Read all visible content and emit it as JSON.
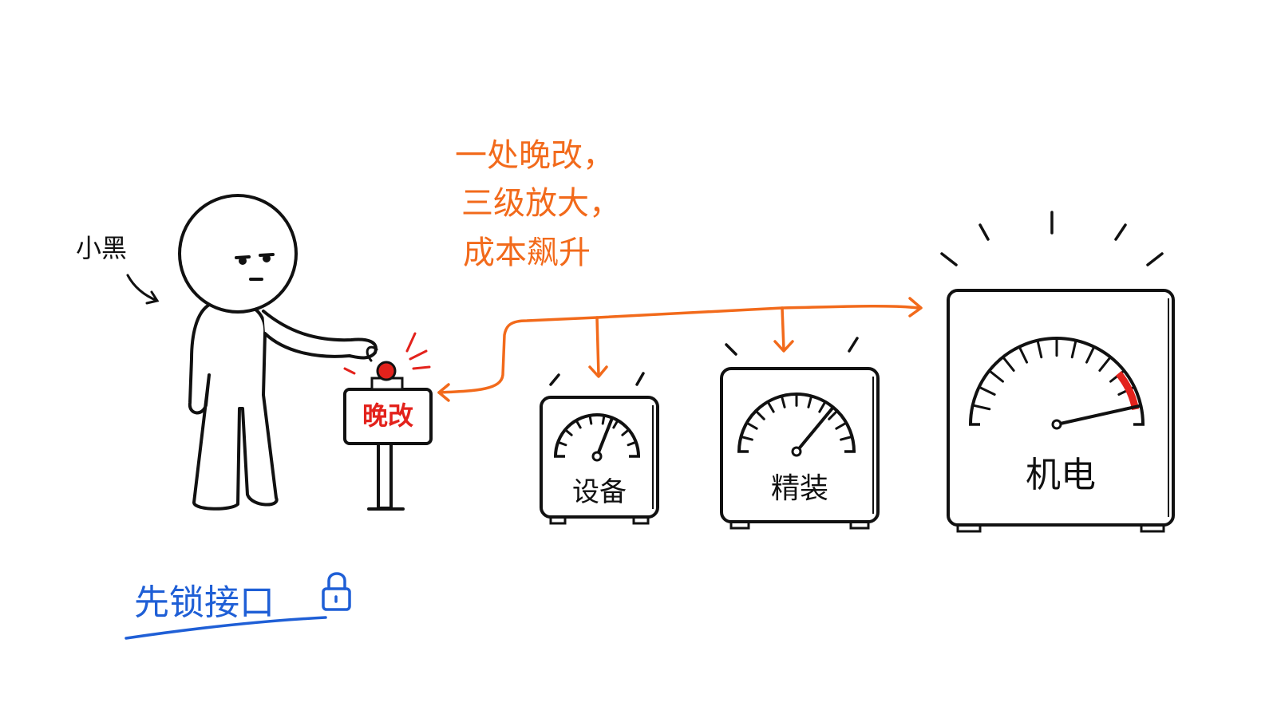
{
  "character": {
    "name_label": "小黑"
  },
  "button_box": {
    "label": "晚改"
  },
  "annotation": {
    "lines": [
      "一处晚改，",
      "三级放大，",
      "成本飙升"
    ]
  },
  "gauges": [
    {
      "label": "设备",
      "level": 0.62
    },
    {
      "label": "精装",
      "level": 0.72
    },
    {
      "label": "机电",
      "level": 0.93
    }
  ],
  "advice": {
    "text": "先锁接口",
    "icon": "lock-icon"
  },
  "colors": {
    "ink": "#111111",
    "orange": "#f26a1b",
    "red": "#e3221c",
    "blue": "#1f5fd6"
  }
}
